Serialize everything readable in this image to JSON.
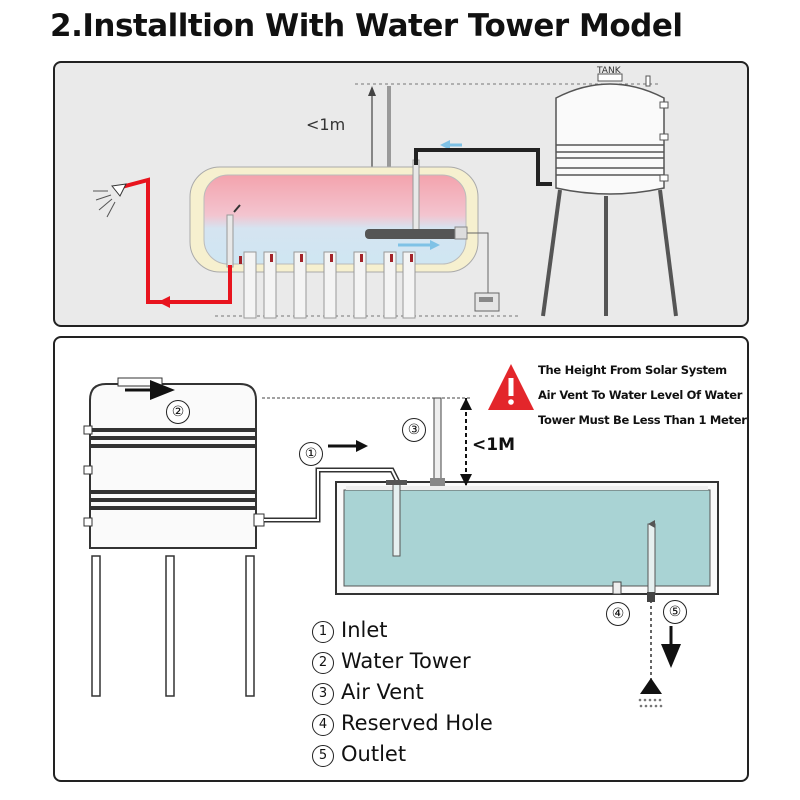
{
  "title": "2.Installtion With Water Tower Model",
  "top_diagram": {
    "tank_label": "TANK",
    "height_label": "<1m"
  },
  "bottom_diagram": {
    "height_label": "<1M",
    "warning_lines": [
      "The Height From Solar System",
      "Air Vent To Water Level Of Water",
      "Tower Must Be Less Than 1 Meter"
    ],
    "callouts": [
      "①",
      "②",
      "③",
      "④",
      "⑤"
    ],
    "legend": [
      {
        "num": "1",
        "label": "Inlet"
      },
      {
        "num": "2",
        "label": "Water Tower"
      },
      {
        "num": "3",
        "label": "Air Vent"
      },
      {
        "num": "4",
        "label": "Reserved Hole"
      },
      {
        "num": "5",
        "label": "Outlet"
      }
    ]
  },
  "colors": {
    "hot_water": "#f2a7b0",
    "cold_water": "#cfe6f0",
    "tank_water": "#a9d3d4",
    "hot_pipe": "#e8141e",
    "warning": "#e3262b"
  }
}
